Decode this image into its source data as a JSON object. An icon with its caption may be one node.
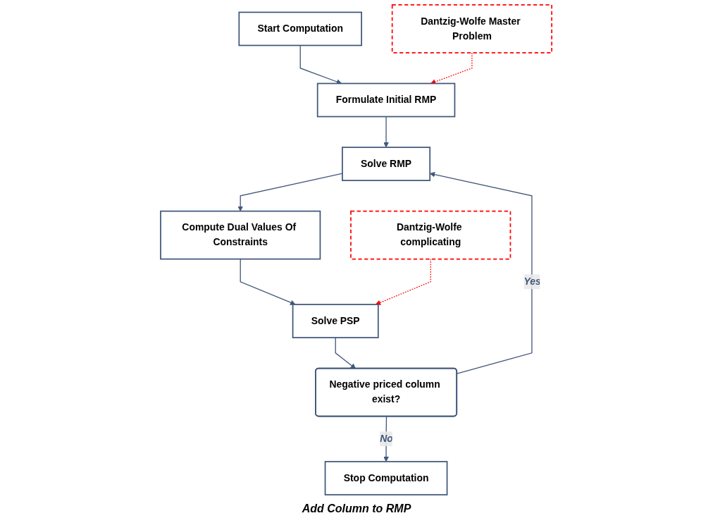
{
  "diagram": {
    "nodes": [
      {
        "text": [
          "Start Computation"
        ]
      },
      {
        "text": [
          "Dantzig-Wolfe Master Problem"
        ]
      },
      {
        "text": [
          "Formulate Initial RMP"
        ]
      },
      {
        "text": [
          "Solve RMP"
        ]
      },
      {
        "text": [
          "Compute Dual Values Of Constraints"
        ]
      },
      {
        "text": [
          "Dantzig-Wolfe complicating"
        ]
      },
      {
        "text": [
          "Solve PSP"
        ]
      },
      {
        "text": [
          "Negative priced column exist?"
        ]
      },
      {
        "text": [
          "Stop Computation"
        ]
      }
    ],
    "edges": [
      {
        "from": 0,
        "to": 2,
        "arrow": "to"
      },
      {
        "from": 1,
        "to": 2,
        "arrow": "to",
        "style": "dashed",
        "color": "#ff0000"
      },
      {
        "from": 2,
        "to": 3,
        "arrow": "to"
      },
      {
        "from": 3,
        "to": 4,
        "arrow": "to"
      },
      {
        "from": 4,
        "to": 6,
        "arrow": "to"
      },
      {
        "from": 5,
        "to": 6,
        "arrow": "to",
        "style": "dashed",
        "color": "#ff0000"
      },
      {
        "from": 6,
        "to": 7,
        "arrow": "to"
      },
      {
        "from": 7,
        "to": 3,
        "label": "Yes",
        "arrow": "to"
      },
      {
        "from": 7,
        "to": 8,
        "label": "No",
        "arrow": "to"
      }
    ],
    "labels": [
      "Add Column to RMP"
    ]
  }
}
